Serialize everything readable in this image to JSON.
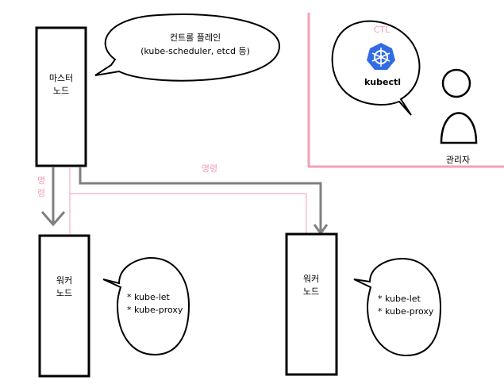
{
  "master": {
    "line1": "마스터",
    "line2": "노드"
  },
  "control_plane_bubble": {
    "line1": "컨트롤 플레인",
    "line2": "(kube-scheduler, etcd 등)"
  },
  "admin_area": {
    "ctl": "CTL",
    "tool": "kubectl",
    "admin": "관리자"
  },
  "command_left": {
    "line1": "명",
    "line2": "령"
  },
  "command_top": "명령",
  "workers": [
    {
      "line1": "워커",
      "line2": "노드",
      "comp1": "* kube-let",
      "comp2": "* kube-proxy"
    },
    {
      "line1": "워커",
      "line2": "노드",
      "comp1": "* kube-let",
      "comp2": "* kube-proxy"
    }
  ],
  "colors": {
    "pink": "#f3a0b5",
    "gray_arrow": "#808080",
    "k8s_blue": "#326ce5"
  }
}
